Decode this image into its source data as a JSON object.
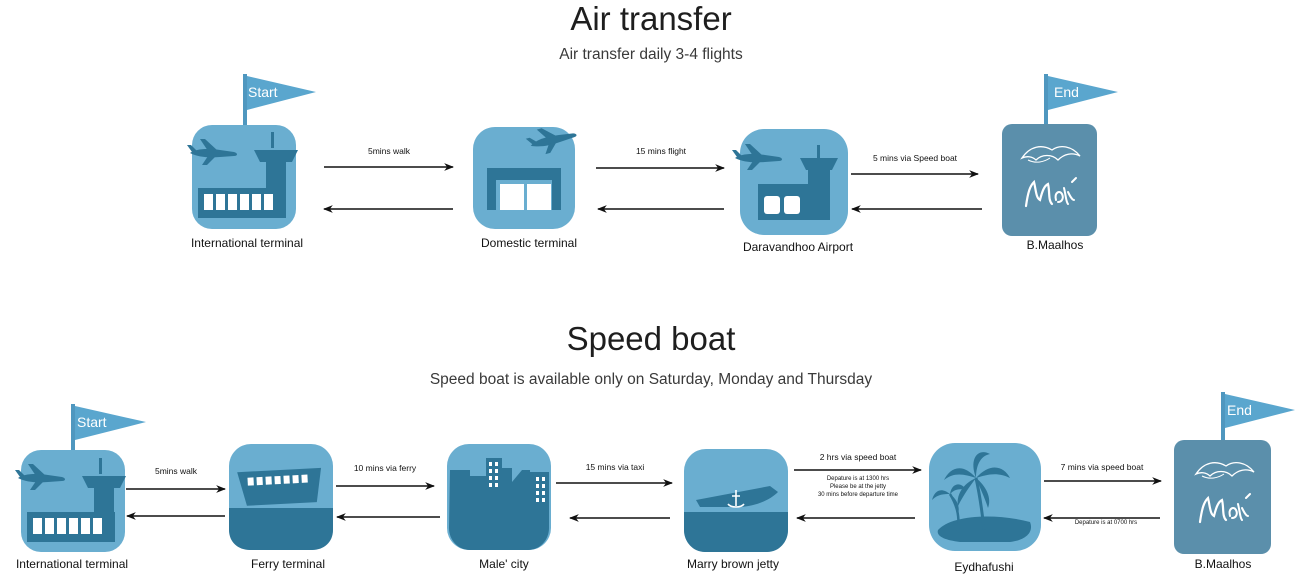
{
  "air": {
    "title": "Air transfer",
    "subtitle": "Air transfer daily 3-4 flights",
    "start_flag": "Start",
    "end_flag": "End",
    "stops": [
      {
        "label": "International terminal",
        "icon": "international-terminal-icon"
      },
      {
        "label": "Domestic terminal",
        "icon": "domestic-terminal-icon"
      },
      {
        "label": "Daravandhoo Airport",
        "icon": "airport-icon"
      },
      {
        "label": "B.Maalhos",
        "icon": "madi-logo-icon"
      }
    ],
    "legs": [
      "5mins walk",
      "15 mins flight",
      "5 mins via Speed boat"
    ]
  },
  "boat": {
    "title": "Speed boat",
    "subtitle": "Speed boat is available only on Saturday, Monday and Thursday",
    "start_flag": "Start",
    "end_flag": "End",
    "stops": [
      {
        "label": "International terminal",
        "icon": "international-terminal-icon"
      },
      {
        "label": "Ferry terminal",
        "icon": "ferry-icon"
      },
      {
        "label": "Male' city",
        "icon": "city-icon"
      },
      {
        "label": "Marry brown jetty",
        "icon": "boat-icon"
      },
      {
        "label": "Eydhafushi",
        "icon": "island-icon"
      },
      {
        "label": "B.Maalhos",
        "icon": "madi-logo-icon"
      }
    ],
    "legs": [
      "5mins walk",
      "10 mins via ferry",
      "15 mins via taxi",
      "2 hrs via speed boat",
      "7 mins via speed boat"
    ],
    "notes": {
      "depart_1300_line1": "Depature is at 1300 hrs",
      "depart_1300_line2": "Please be at the jetty",
      "depart_1300_line3": "30 mins before departure time",
      "depart_0700": "Depature is at 0700 hrs"
    }
  },
  "colors": {
    "tile": "#6aaed0",
    "dark": "#2e7597",
    "end_tile": "#5b8fab",
    "flag": "#5aa6ce",
    "arrow": "#111111"
  }
}
